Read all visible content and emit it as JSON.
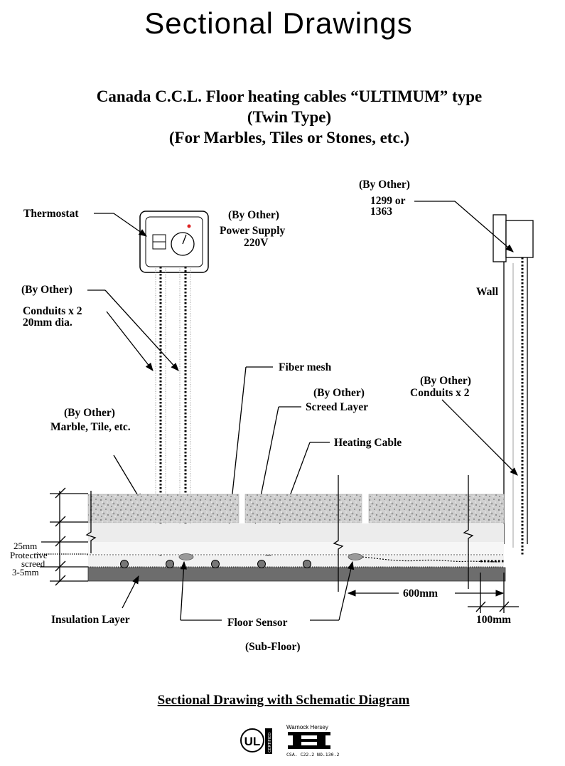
{
  "header": {
    "title": "Sectional Drawings",
    "subtitle_line1": "Canada C.C.L. Floor heating cables “ULTIMUM” type",
    "subtitle_line2": "(Twin Type)",
    "subtitle_line3": "(For Marbles, Tiles or Stones, etc.)"
  },
  "labels": {
    "thermostat": "Thermostat",
    "by_other_power": "(By Other)",
    "power_supply": "Power Supply",
    "voltage": "220V",
    "by_other_box": "(By Other)",
    "box_1299": "1299 or",
    "box_1363": "1363",
    "wall": "Wall",
    "by_other_conduits_left": "(By Other)",
    "conduits_left": "Conduits x 2",
    "conduits_dia": "20mm dia.",
    "fiber_mesh": "Fiber mesh",
    "by_other_screed": "(By Other)",
    "screed_layer": "Screed Layer",
    "by_other_conduits_right": "(By Other)",
    "conduits_right": "Conduits x 2",
    "by_other_marble": "(By Other)",
    "marble_tile": "Marble, Tile, etc.",
    "heating_cable": "Heating Cable",
    "dim_25mm": "25mm",
    "protective": "Protective",
    "screed": "screed",
    "dim_3_5mm": "3-5mm",
    "insulation_layer": "Insulation Layer",
    "floor_sensor": "Floor Sensor",
    "sub_floor": "(Sub-Floor)",
    "dim_600mm": "600mm",
    "dim_100mm": "100mm"
  },
  "footer": {
    "caption": "Sectional Drawing with Schematic Diagram",
    "ul_mark": "UL",
    "ul_certified": "CERTIFIED",
    "wh_name": "Warnock Hersey",
    "wh_standard": "CSA. C22.2 NO.130.2"
  }
}
